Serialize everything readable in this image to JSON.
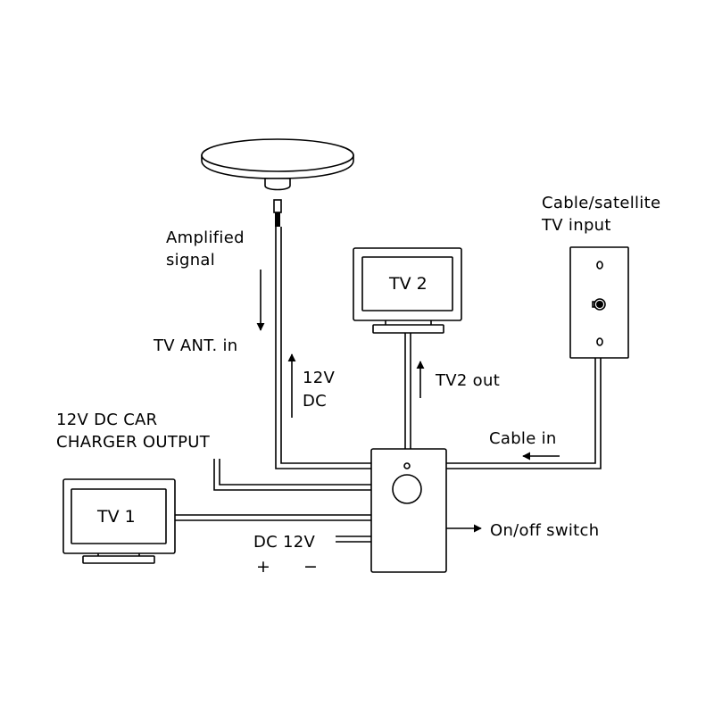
{
  "labels": {
    "cable_satellite_line1": "Cable/satellite",
    "cable_satellite_line2": "TV input",
    "amplified_line1": "Amplified",
    "amplified_line2": "signal",
    "tv_ant_in": "TV ANT. in",
    "twelve_v_dc_line1": "12V",
    "twelve_v_dc_line2": "DC",
    "tv2_out": "TV2 out",
    "car_charger_line1": "12V DC CAR",
    "car_charger_line2": "CHARGER OUTPUT",
    "cable_in": "Cable in",
    "on_off_switch": "On/off switch",
    "dc_12v": "DC 12V",
    "plus": "+",
    "minus": "−"
  },
  "tv1": {
    "label": "TV 1"
  },
  "tv2": {
    "label": "TV 2"
  },
  "colors": {
    "stroke": "#000000",
    "background": "#ffffff"
  }
}
